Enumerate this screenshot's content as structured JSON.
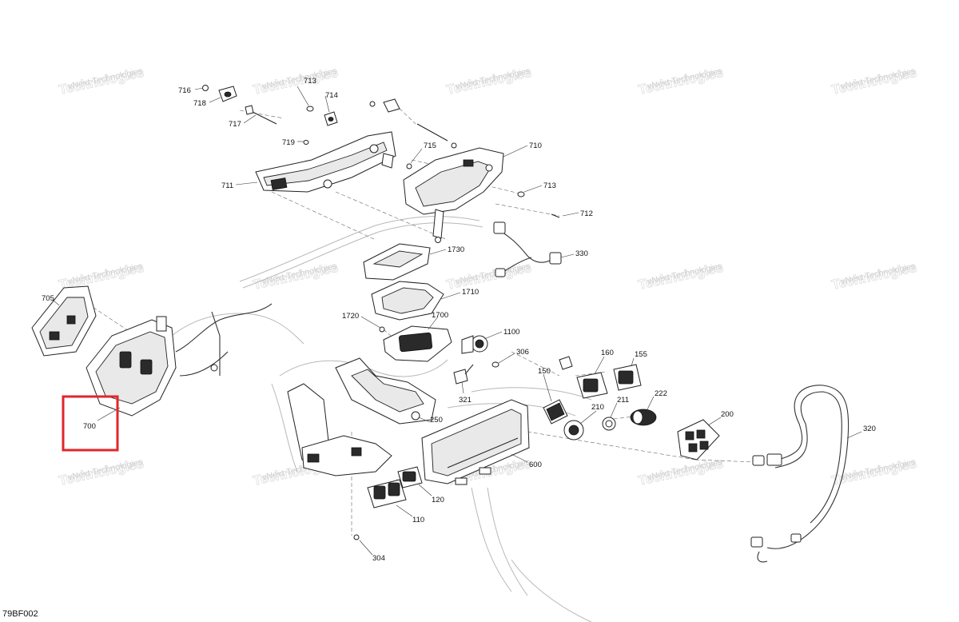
{
  "figure_code": "79BF002",
  "watermark": {
    "line1": "vNext Technologies",
    "line2": "Technologies"
  },
  "highlight": {
    "part": "700",
    "color": "#e0262b"
  },
  "callouts": [
    "716",
    "718",
    "713",
    "714",
    "717",
    "719",
    "715",
    "710",
    "711",
    "713",
    "712",
    "1730",
    "330",
    "705",
    "1710",
    "1720",
    "1700",
    "1100",
    "306",
    "160",
    "155",
    "150",
    "321",
    "222",
    "211",
    "210",
    "200",
    "250",
    "320",
    "700",
    "600",
    "120",
    "110",
    "304"
  ]
}
